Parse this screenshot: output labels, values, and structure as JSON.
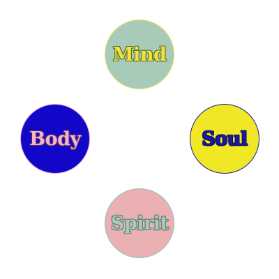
{
  "nodes": {
    "mind": {
      "label": "Mind",
      "fill": "#a7cbb8",
      "border": "#e8e35a",
      "text": "#f3e534",
      "outline": "#5b6a3a"
    },
    "body": {
      "label": "Body",
      "fill": "#1206c8",
      "border": "#e1a6ce",
      "text": "#f2b7c9",
      "outline": "#5a2a6a"
    },
    "soul": {
      "label": "Soul",
      "fill": "#f0e726",
      "border": "#1b1a8a",
      "text": "#1a18a8",
      "outline": "#0e0e55"
    },
    "spirit": {
      "label": "Spirit",
      "fill": "#ebb0b4",
      "border": "#8fc0b2",
      "text": "#a7cbb8",
      "outline": "#5f7d72"
    }
  }
}
